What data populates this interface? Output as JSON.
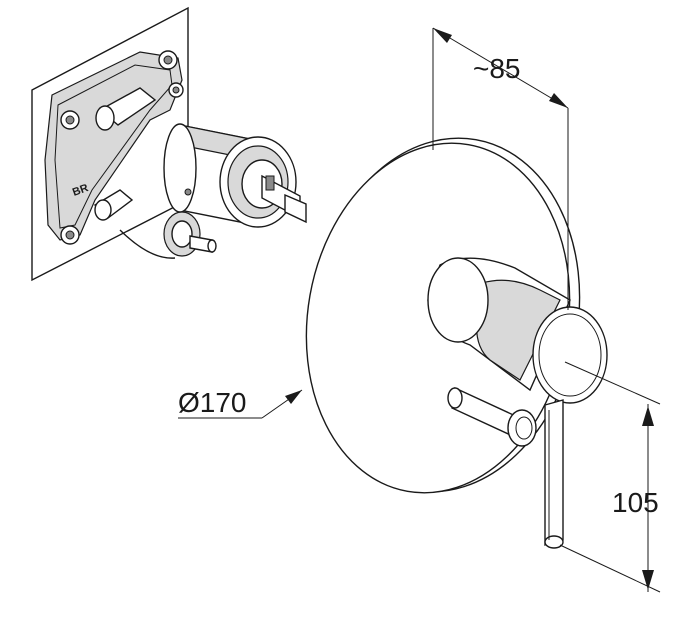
{
  "dimensions": {
    "depth_label": "~85",
    "diameter_label": "Ø170",
    "height_label": "105"
  },
  "rough_in_valve": {
    "body_marking": "BR"
  }
}
